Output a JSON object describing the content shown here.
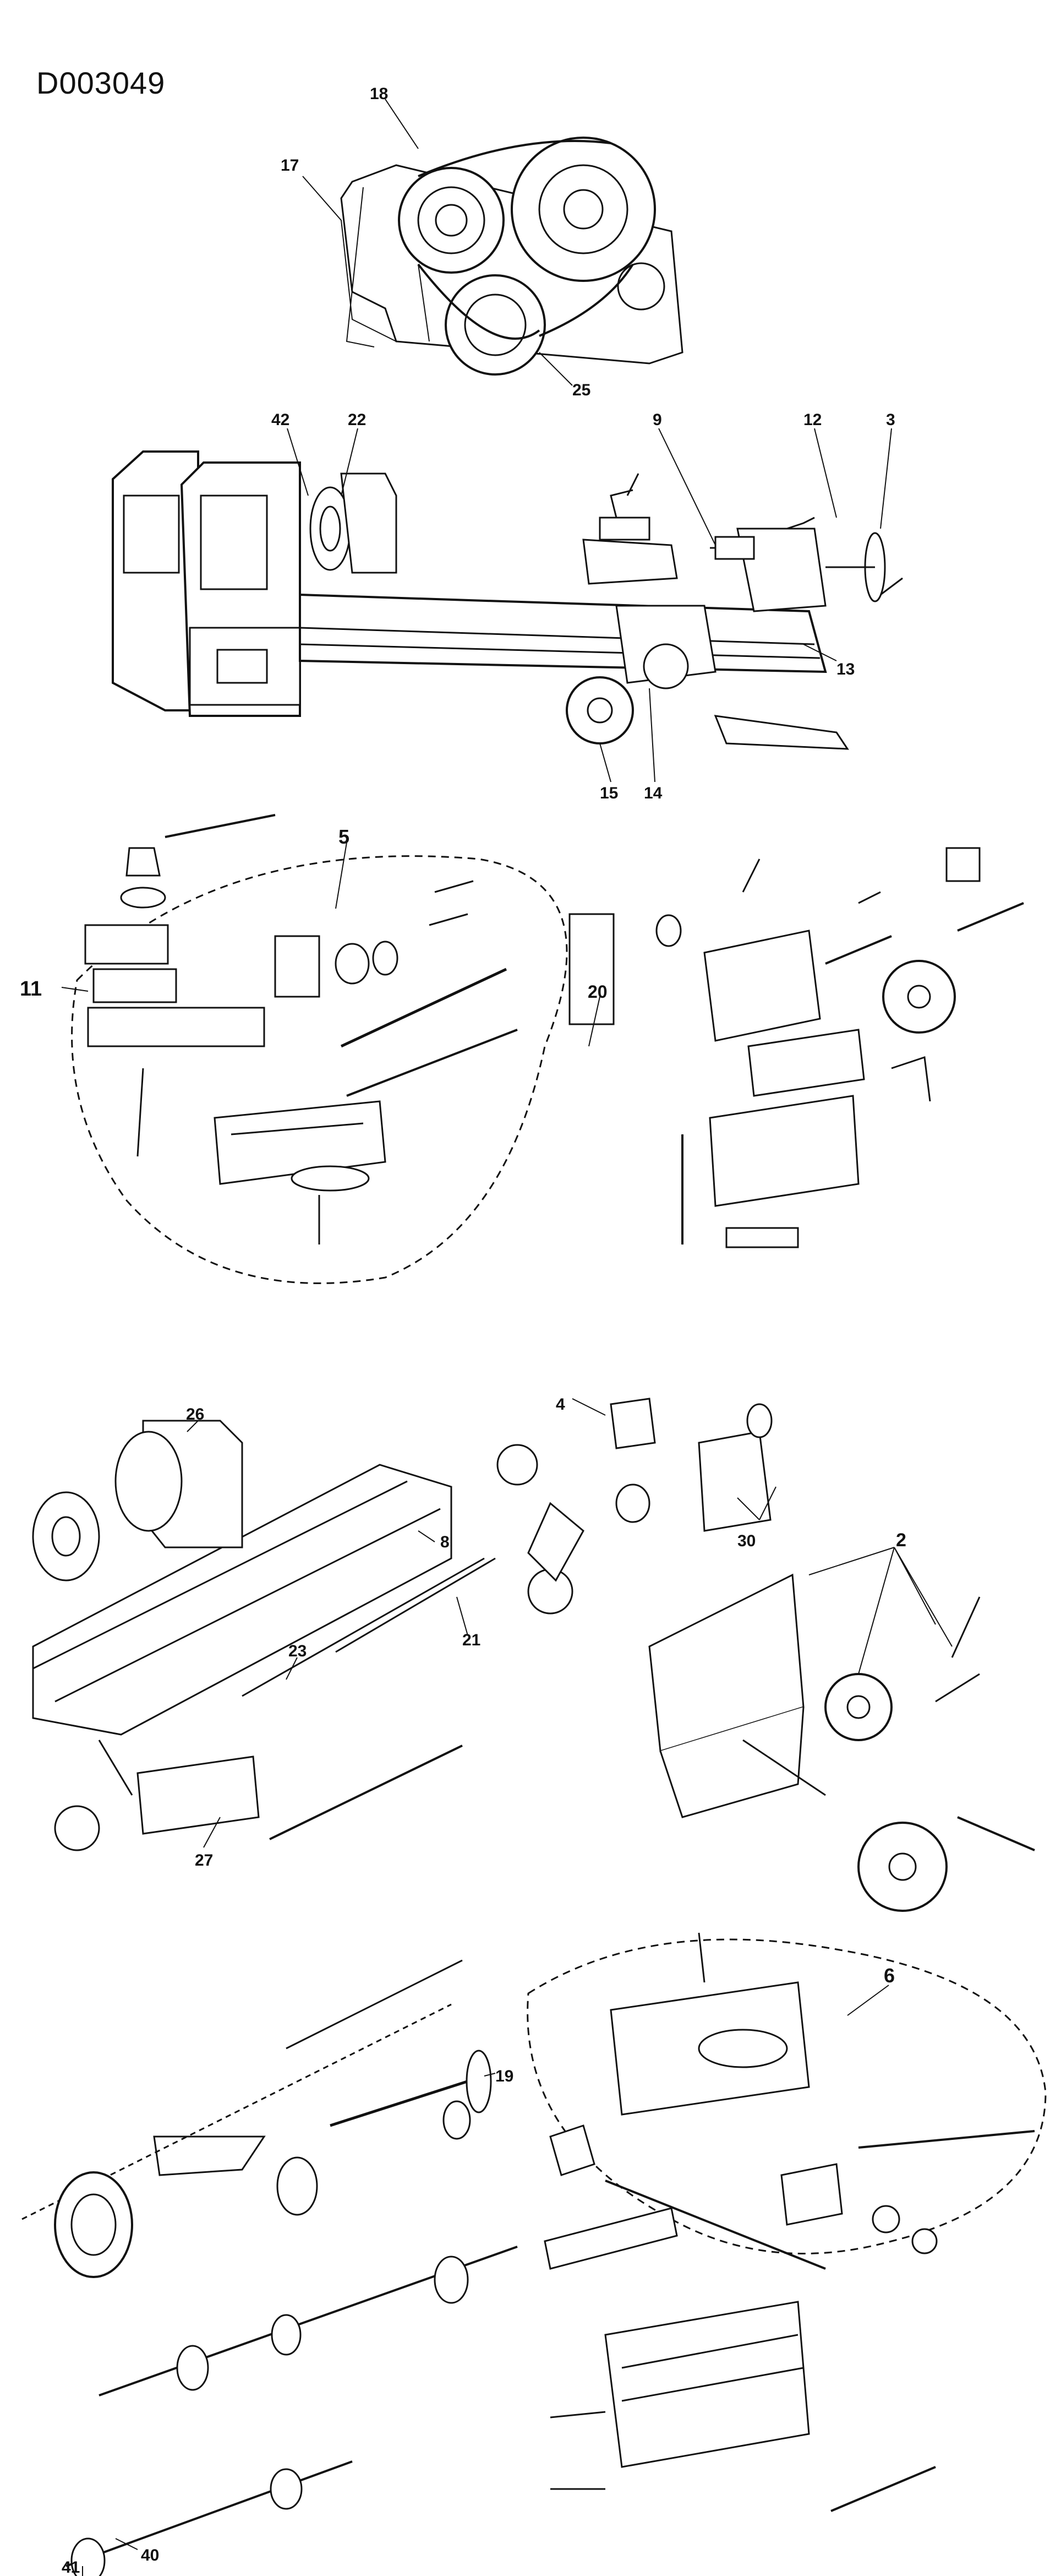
{
  "document_id": "D003049",
  "callouts": [
    "18",
    "17",
    "25",
    "42",
    "22",
    "9",
    "12",
    "3",
    "13",
    "15",
    "14",
    "5",
    "11",
    "20",
    "26",
    "8",
    "23",
    "21",
    "27",
    "4",
    "30",
    "2",
    "19",
    "6",
    "40",
    "41"
  ],
  "line_color": "#111111",
  "background": "#ffffff"
}
